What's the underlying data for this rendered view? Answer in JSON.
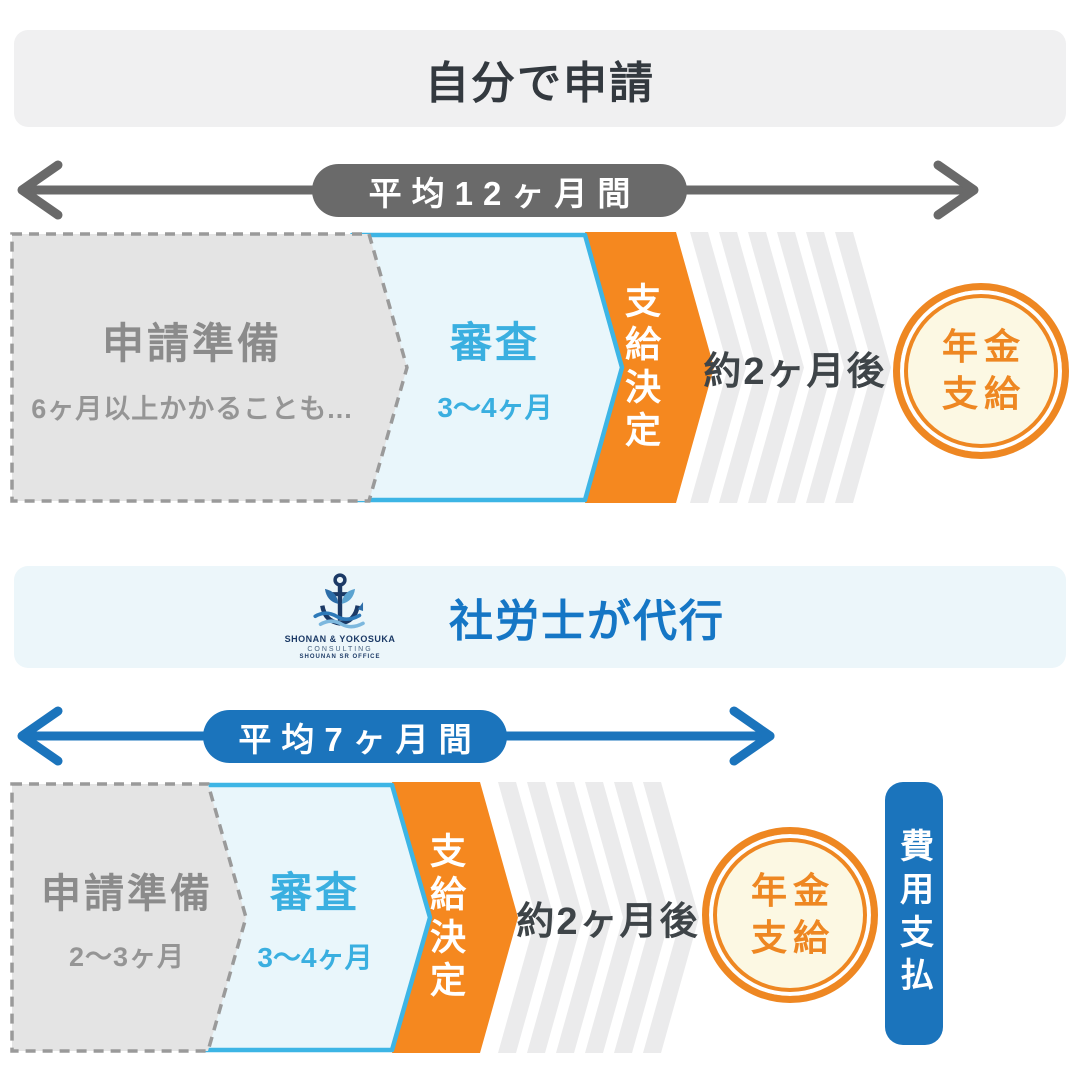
{
  "diy": {
    "header": "自分で申請",
    "duration_pill": "平均12ヶ月間",
    "prep_label": "申請準備",
    "prep_note": "6ヶ月以上かかることも...",
    "review_label": "審査",
    "review_note": "3〜4ヶ月",
    "decision_label": "支給決定",
    "wait_label": "約2ヶ月後",
    "result_top": "年金",
    "result_bottom": "支給"
  },
  "pro": {
    "header": "社労士が代行",
    "logo_line1": "SHONAN & YOKOSUKA",
    "logo_line2": "CONSULTING",
    "logo_line3": "SHOUNAN SR OFFICE",
    "duration_pill": "平均7ヶ月間",
    "prep_label": "申請準備",
    "prep_note": "2〜3ヶ月",
    "review_label": "審査",
    "review_note": "3〜4ヶ月",
    "decision_label": "支給決定",
    "wait_label": "約2ヶ月後",
    "result_top": "年金",
    "result_bottom": "支給",
    "payment_label": "費用支払"
  },
  "colors": {
    "accent_orange": "#f5881f",
    "accent_blue": "#1b74bc",
    "light_blue_fill": "#e9f6fb",
    "blue_border": "#3db5e5",
    "gray_arrow": "#696969",
    "gray_fill": "#e4e4e4",
    "stripe_gray": "#ebebec",
    "circle_fill": "#fcf8e3",
    "circle_ring": "#ee8722"
  }
}
